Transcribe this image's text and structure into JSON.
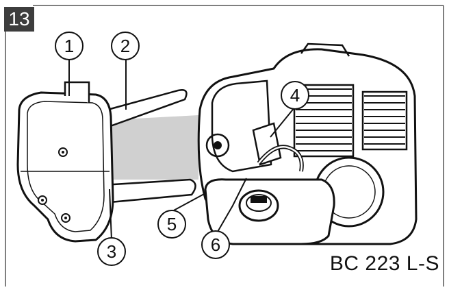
{
  "figure_number": "13",
  "model_label": "BC 223 L-S",
  "callouts": [
    "1",
    "2",
    "3",
    "4",
    "5",
    "6"
  ],
  "colors": {
    "line": "#111111",
    "shaded": "#d0d0d0",
    "badge": "#3d3d3d"
  }
}
